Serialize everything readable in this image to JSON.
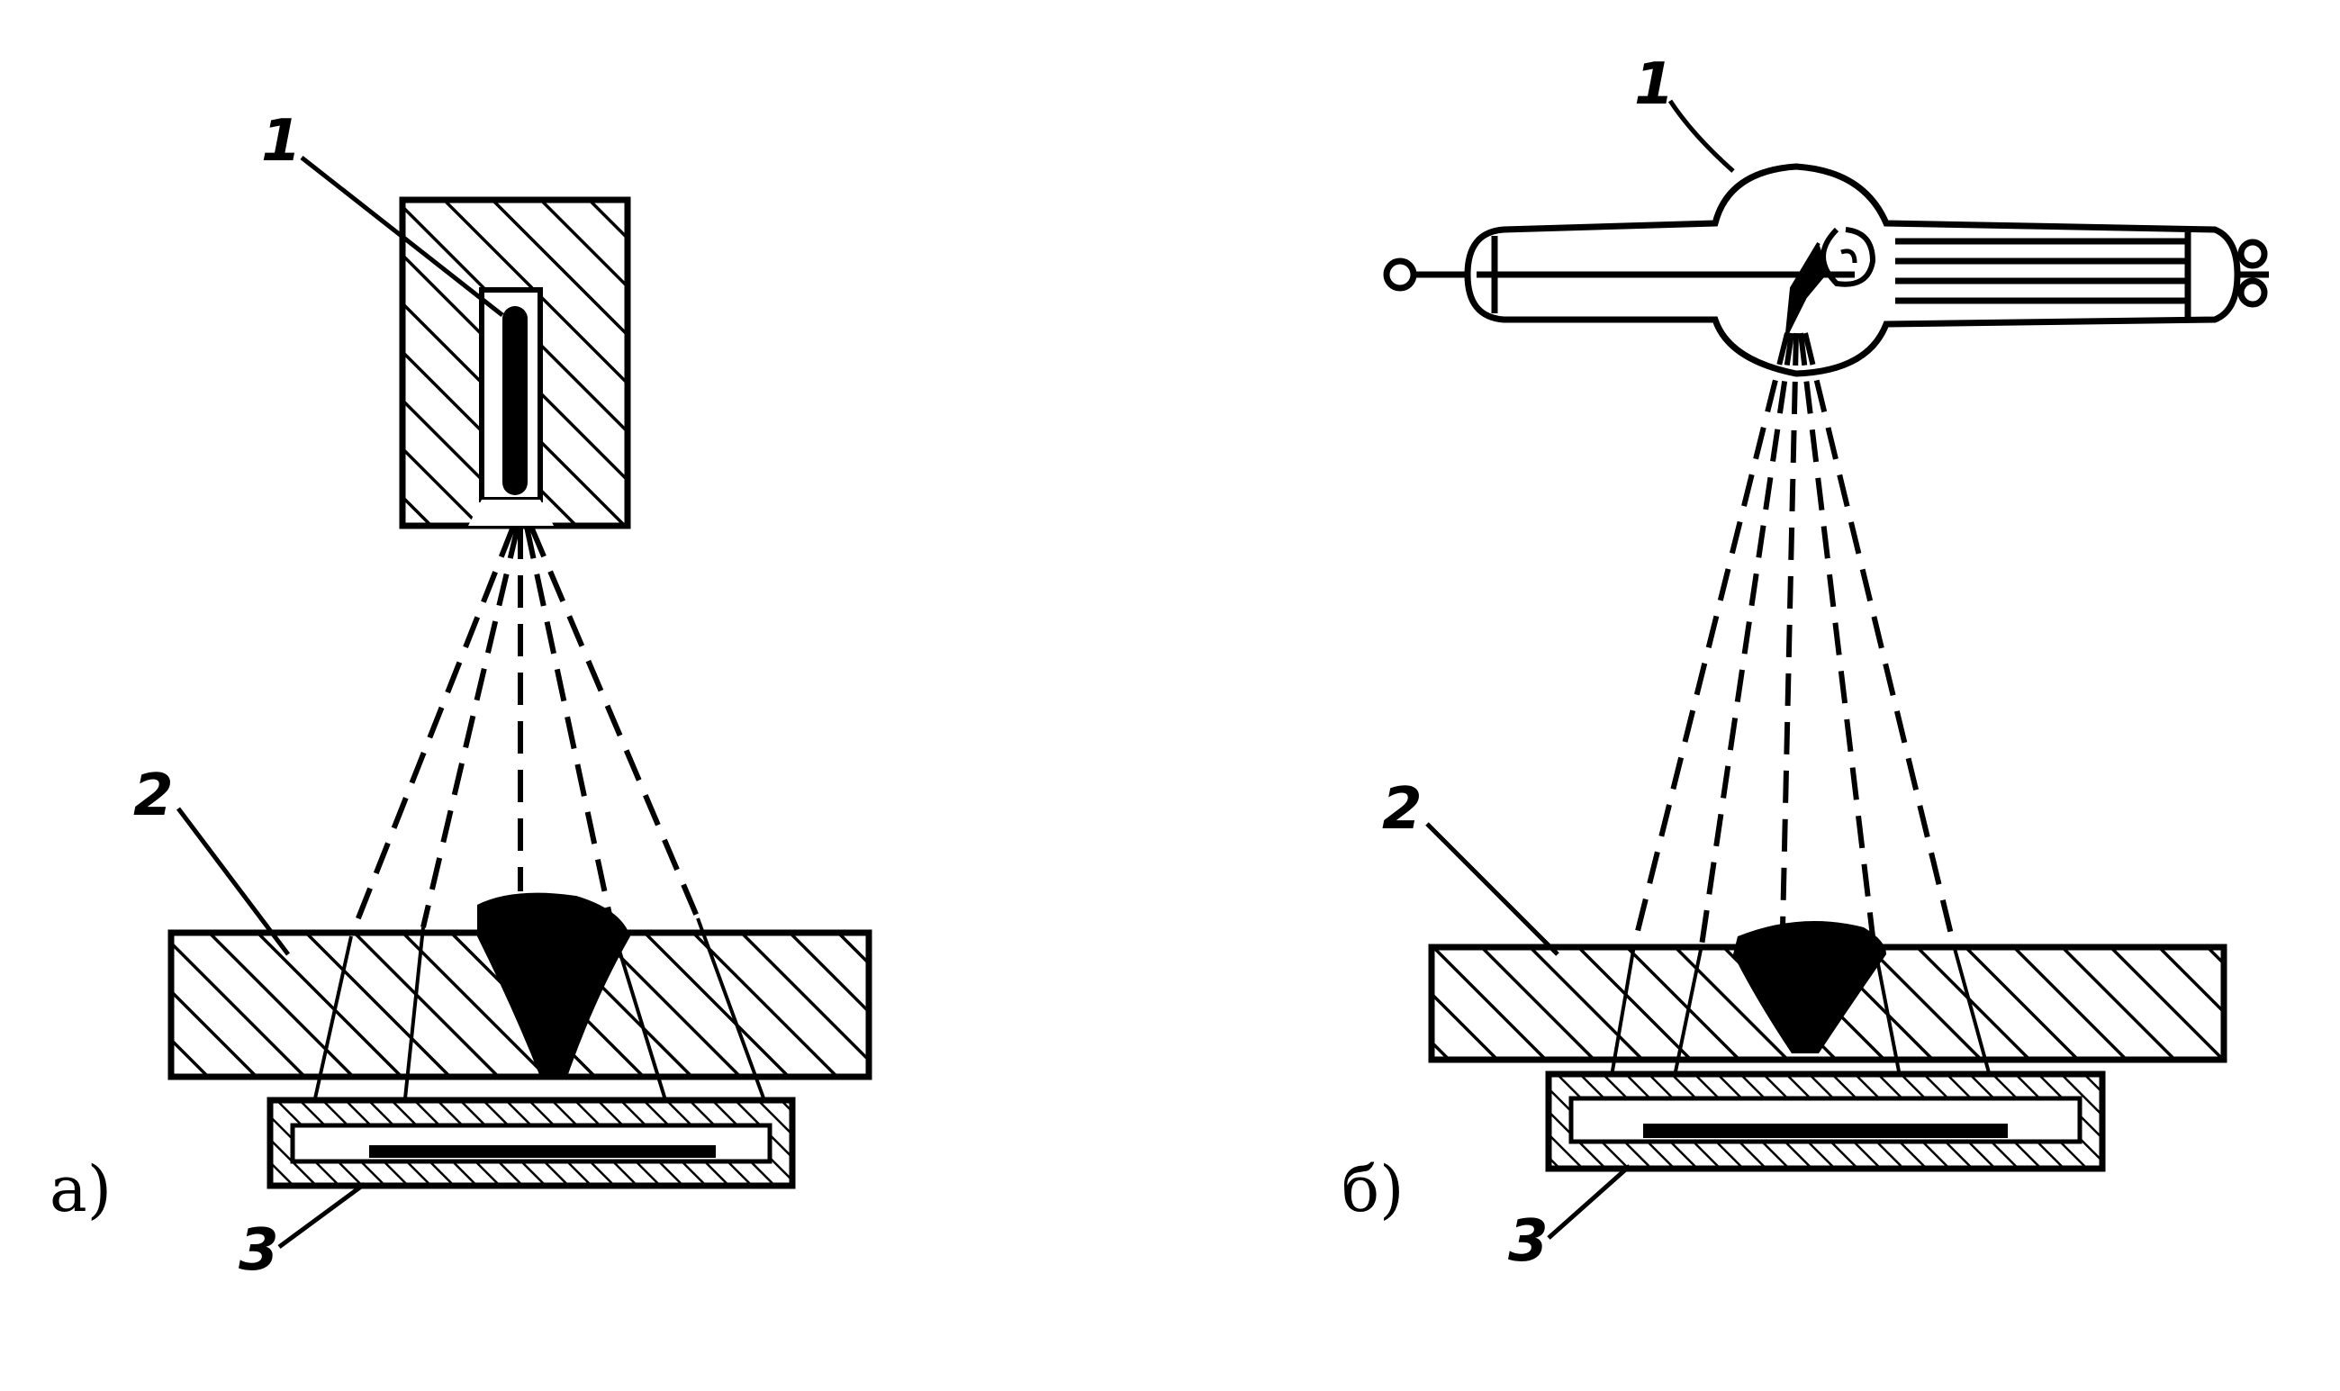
{
  "diagram": {
    "panels": [
      {
        "id": "a",
        "caption": "а)",
        "labels": [
          "1",
          "2",
          "3"
        ]
      },
      {
        "id": "b",
        "caption": "б)",
        "labels": [
          "1",
          "2",
          "3"
        ]
      }
    ]
  }
}
